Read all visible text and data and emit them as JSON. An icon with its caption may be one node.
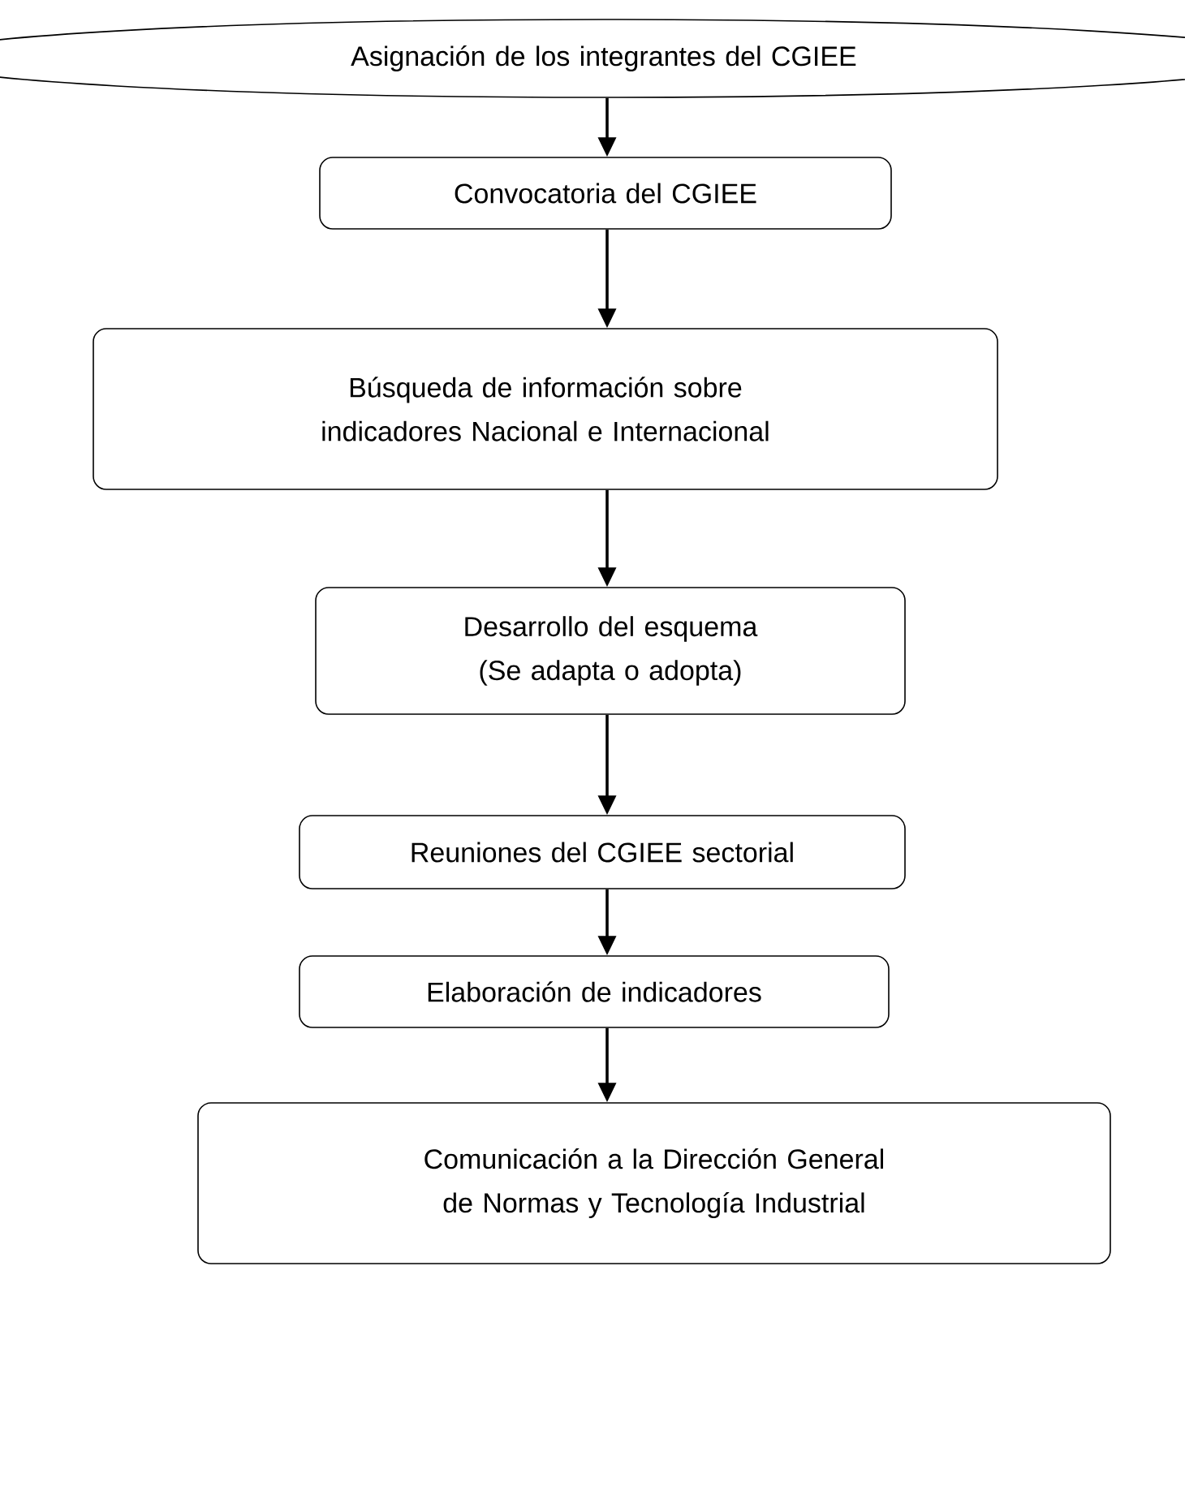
{
  "diagram": {
    "nodes": [
      {
        "text": [
          "Asignación de los integrantes del CGIEE"
        ]
      },
      {
        "text": [
          "Convocatoria del CGIEE"
        ]
      },
      {
        "text": [
          "Búsqueda de información sobre indicadores Nacional e Internacional"
        ]
      },
      {
        "text": [
          "Desarrollo del esquema (Se adapta o adopta)"
        ]
      },
      {
        "text": [
          "Reuniones del CGIEE sectorial"
        ]
      },
      {
        "text": [
          "Elaboración de indicadores"
        ]
      },
      {
        "text": [
          "Comunicación a la Dirección General de Normas y Tecnología Industrial"
        ]
      }
    ],
    "edges": [
      {
        "from": 0,
        "to": 1,
        "arrow": "to"
      },
      {
        "from": 1,
        "to": 2,
        "arrow": "to"
      },
      {
        "from": 2,
        "to": 3,
        "arrow": "to"
      },
      {
        "from": 3,
        "to": 4,
        "arrow": "to"
      },
      {
        "from": 4,
        "to": 5,
        "arrow": "to"
      },
      {
        "from": 5,
        "to": 6,
        "arrow": "to"
      }
    ]
  }
}
